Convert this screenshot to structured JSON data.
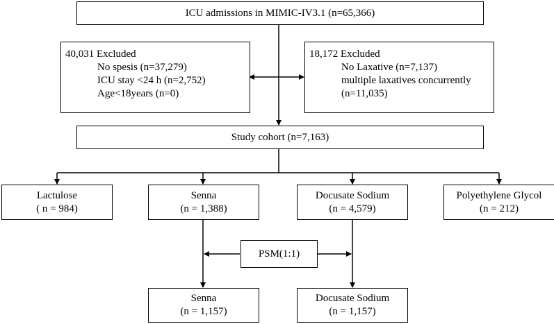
{
  "admissions": {
    "text": "ICU admissions in MIMIC-IV3.1 (n=65,366)"
  },
  "exclusion_left": {
    "title": "40,031 Excluded",
    "items": [
      "No spesis (n=37,279)",
      "ICU stay <24 h (n=2,752)",
      "Age<18years (n=0)"
    ]
  },
  "exclusion_right": {
    "title": "18,172 Excluded",
    "items": [
      "No Laxative (n=7,137)",
      "multiple laxatives concurrently",
      "(n=11,035)"
    ]
  },
  "cohort": {
    "text": "Study cohort (n=7,163)"
  },
  "groups": [
    {
      "name": "Lactulose",
      "count": "( n = 984)"
    },
    {
      "name": "Senna",
      "count": "(n = 1,388)"
    },
    {
      "name": "Docusate Sodium",
      "count": "(n = 4,579)"
    },
    {
      "name": "Polyethylene Glycol",
      "count": "(n = 212)"
    }
  ],
  "psm": {
    "text": "PSM(1:1)"
  },
  "matched": [
    {
      "name": "Senna",
      "count": "(n = 1,157)"
    },
    {
      "name": "Docusate Sodium",
      "count": "(n = 1,157)"
    }
  ]
}
